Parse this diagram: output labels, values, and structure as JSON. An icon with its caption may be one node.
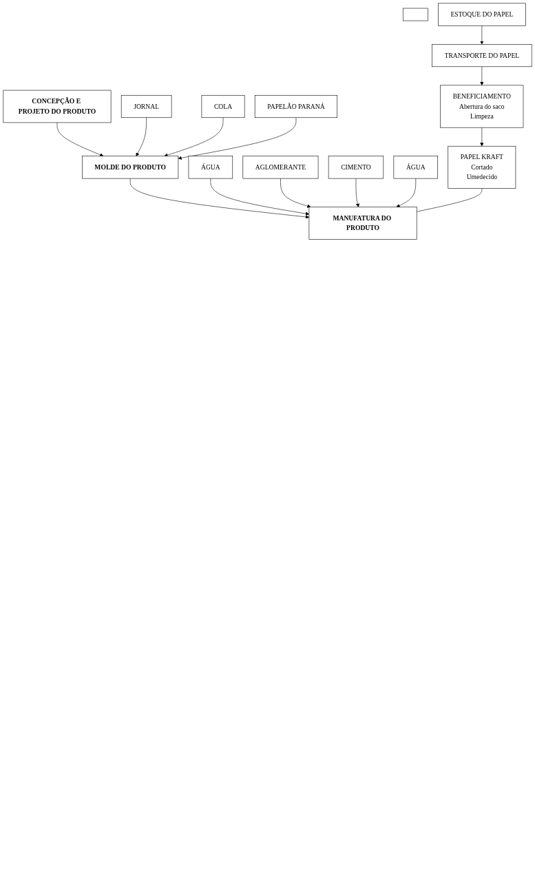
{
  "diagram": {
    "nodes": [
      {
        "text": [
          "CONCEPÇÃO E PROJETO DO PRODUTO"
        ]
      },
      {
        "text": [],
        "shape": "box"
      },
      {
        "text": [
          "JORNAL"
        ]
      },
      {
        "text": [
          "COLA"
        ]
      },
      {
        "text": [
          "PAPELÃO PARANÁ"
        ]
      },
      {
        "text": [
          "MOLDE DO PRODUTO"
        ]
      },
      {
        "text": [
          "MANUFATURA DO PRODUTO"
        ]
      },
      {
        "text": [
          "ÁGUA"
        ]
      },
      {
        "text": [
          "AGLOMERANTE"
        ]
      },
      {
        "text": [
          "CIMENTO"
        ]
      },
      {
        "text": [
          "ÁGUA"
        ]
      },
      {
        "text": [
          "PAPEL KRAFT",
          "Cortado",
          "Umedecido"
        ]
      },
      {
        "text": [
          "BENEFICIAMENTO",
          "Abertura do saco",
          "Limpeza"
        ]
      },
      {
        "text": [
          "TRANSPORTE DO PAPEL"
        ]
      },
      {
        "text": [
          "ESTOQUE DO PAPEL"
        ]
      }
    ],
    "edges": [
      {
        "from": 0,
        "to": 5,
        "arrow": "to"
      },
      {
        "from": 2,
        "to": 5,
        "arrow": "to"
      },
      {
        "from": 3,
        "to": 5,
        "arrow": "to"
      },
      {
        "from": 4,
        "to": 5,
        "arrow": "to"
      },
      {
        "from": 5,
        "to": 6,
        "arrow": "to"
      },
      {
        "from": 7,
        "to": 6,
        "arrow": "to"
      },
      {
        "from": 8,
        "to": 6,
        "arrow": "to"
      },
      {
        "from": 9,
        "to": 6,
        "arrow": "to"
      },
      {
        "from": 10,
        "to": 6,
        "arrow": "to"
      },
      {
        "from": 11,
        "to": 6,
        "arrow": "none"
      },
      {
        "from": 12,
        "to": 11,
        "arrow": "to"
      },
      {
        "from": 13,
        "to": 12,
        "arrow": "to"
      },
      {
        "from": 14,
        "to": 13,
        "arrow": "to"
      }
    ]
  }
}
